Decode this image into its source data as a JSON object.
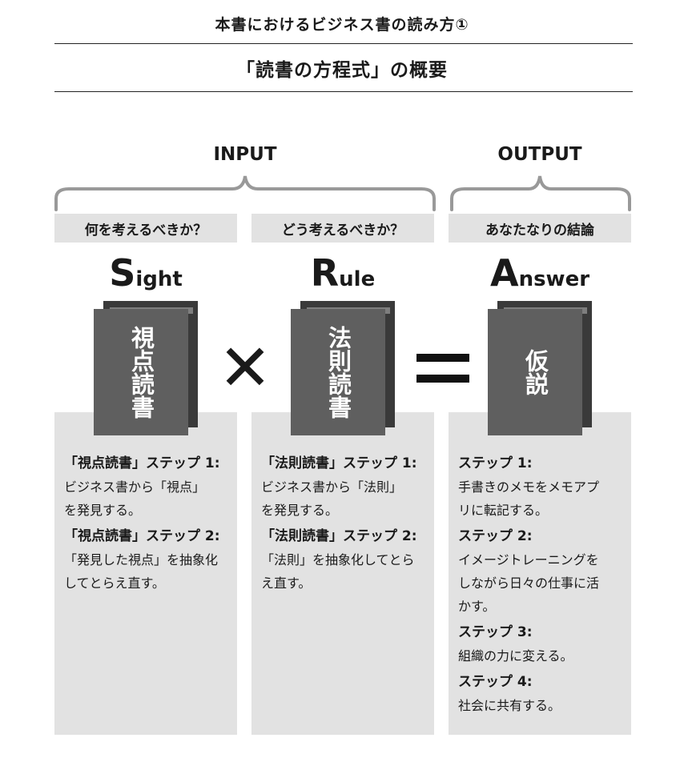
{
  "header": {
    "title_top": "本書におけるビジネス書の読み方①",
    "title_main": "「読書の方程式」の概要"
  },
  "groups": {
    "input": "INPUT",
    "output": "OUTPUT"
  },
  "columns": [
    {
      "question": "何を考えるべきか？",
      "word_cap": "S",
      "word_rest": "ight",
      "book": "視点読書",
      "steps": [
        {
          "head": "「視点読書」ステップ 1:",
          "lines": [
            "ビジネス書から「視点」",
            "を発見する。"
          ]
        },
        {
          "head": "「視点読書」ステップ 2:",
          "lines": [
            "「発見した視点」を抽象化",
            "してとらえ直す。"
          ]
        }
      ]
    },
    {
      "question": "どう考えるべきか？",
      "word_cap": "R",
      "word_rest": "ule",
      "book": "法則読書",
      "steps": [
        {
          "head": "「法則読書」ステップ 1:",
          "lines": [
            "ビジネス書から「法則」",
            "を発見する。"
          ]
        },
        {
          "head": "「法則読書」ステップ 2:",
          "lines": [
            "「法則」を抽象化してとら",
            "え直す。"
          ]
        }
      ]
    },
    {
      "question": "あなたなりの結論",
      "word_cap": "A",
      "word_rest": "nswer",
      "book": "仮説",
      "steps": [
        {
          "head": "ステップ 1:",
          "lines": [
            "手書きのメモをメモアプ",
            "リに転記する。"
          ]
        },
        {
          "head": "ステップ 2:",
          "lines": [
            "イメージトレーニングを",
            "しながら日々の仕事に活",
            "かす。"
          ]
        },
        {
          "head": "ステップ 3:",
          "lines": [
            "組織の力に変える。"
          ]
        },
        {
          "head": "ステップ 4:",
          "lines": [
            "社会に共有する。"
          ]
        }
      ]
    }
  ],
  "operators": {
    "times": "✕"
  },
  "colors": {
    "book_cover": "#5f5f5f",
    "book_edge": "#3a3a3a",
    "panel": "#e2e2e2",
    "brace": "#999999"
  }
}
